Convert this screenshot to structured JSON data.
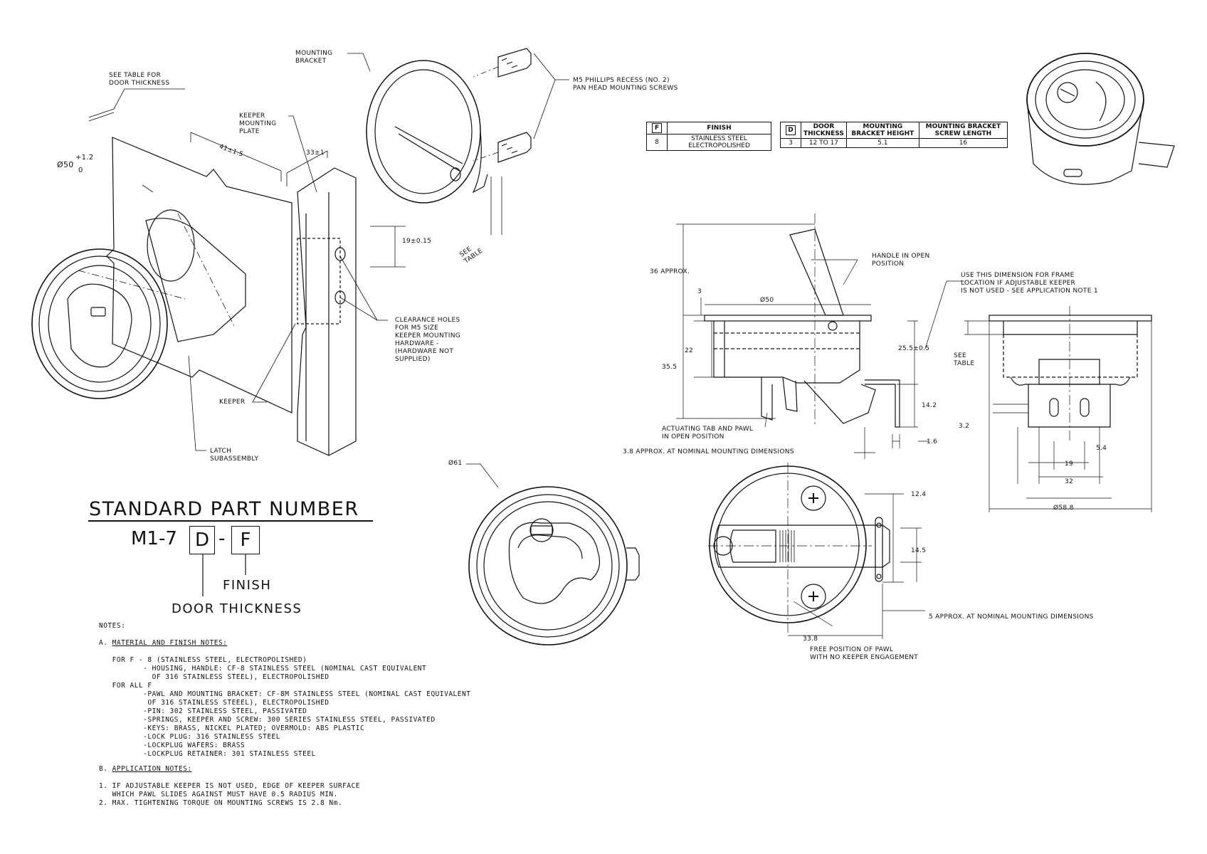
{
  "title": "STANDARD PART NUMBER",
  "part_number": {
    "prefix": "M1-7",
    "box1": "D",
    "dash": "-",
    "box2": "F",
    "finish_label": "FINISH",
    "door_label": "DOOR THICKNESS"
  },
  "finish_table": {
    "key": "F",
    "header": "FINISH",
    "rows": [
      {
        "code": "8",
        "finish_line1": "STAINLESS STEEL",
        "finish_line2": "ELECTROPOLISHED"
      }
    ]
  },
  "door_table": {
    "key": "D",
    "headers": [
      "DOOR THICKNESS",
      "MOUNTING BRACKET HEIGHT",
      "MOUNTING BRACKET SCREW LENGTH"
    ],
    "rows": [
      {
        "code": "3",
        "door": "12 TO 17",
        "height": "5.1",
        "screw": "16"
      }
    ]
  },
  "callouts": {
    "mounting_bracket": "MOUNTING\nBRACKET",
    "screws": "M5 PHILLIPS RECESS (NO. 2)\nPAN HEAD MOUNTING SCREWS",
    "see_table_door": "SEE TABLE FOR\nDOOR THICKNESS",
    "keeper_plate": "KEEPER\nMOUNTING\nPLATE",
    "dia50": "Ø50",
    "dia50_tol_plus": "+1.2",
    "dia50_tol_zero": "0",
    "dim41": "41±1.5",
    "dim33": "33±1",
    "dim19": "19±0.15",
    "see_table_rot": "SEE\nTABLE",
    "clearance": "CLEARANCE HOLES\nFOR M5 SIZE\nKEEPER MOUNTING\nHARDWARE -\n(HARDWARE NOT\nSUPPLIED)",
    "keeper": "KEEPER",
    "latch": "LATCH\nSUBASSEMBLY",
    "handle_open": "HANDLE IN OPEN\nPOSITION",
    "approx36": "36 APPROX.",
    "d3": "3",
    "d50b": "Ø50",
    "d22": "22",
    "d355": "35.5",
    "d255": "25.5±0.5",
    "d142": "14.2",
    "d16": "1.6",
    "actuating": "ACTUATING TAB AND PAWL\nIN OPEN POSITION",
    "approx38": "3.8 APPROX. AT NOMINAL MOUNTING DIMENSIONS",
    "use_dim": "USE THIS DIMENSION FOR FRAME\nLOCATION IF ADJUSTABLE KEEPER\nIS NOT USED - SEE APPLICATION NOTE 1",
    "see_table_r": "SEE\nTABLE",
    "d32a": "3.2",
    "d54": "5.4",
    "d19": "19",
    "d32": "32",
    "d588": "Ø58.8",
    "d61": "Ø61",
    "d124": "12.4",
    "d145": "14.5",
    "approx5": "5 APPROX. AT NOMINAL MOUNTING DIMENSIONS",
    "d338": "33.8",
    "free_pawl": "FREE POSITION OF PAWL\nWITH NO KEEPER ENGAGEMENT"
  },
  "notes": {
    "heading": "NOTES:",
    "a_prefix": "A. ",
    "a_title": "MATERIAL AND FINISH NOTES:",
    "a_lines": "   FOR F - 8 (STAINLESS STEEL, ELECTROPOLISHED)\n          - HOUSING, HANDLE: CF-8 STAINLESS STEEL (NOMINAL CAST EQUIVALENT\n            OF 316 STAINLESS STEEL), ELECTROPOLISHED\n   FOR ALL F\n          -PAWL AND MOUNTING BRACKET: CF-8M STAINLESS STEEL (NOMINAL CAST EQUIVALENT\n           OF 316 STAINLESS STEEEL), ELECTROPOLISHED\n          -PIN: 302 STAINLESS STEEL, PASSIVATED\n          -SPRINGS, KEEPER AND SCREW: 300 SERIES STAINLESS STEEL, PASSIVATED\n          -KEYS: BRASS, NICKEL PLATED; OVERMOLD: ABS PLASTIC\n          -LOCK PLUG: 316 STAINLESS STEEL\n          -LOCKPLUG WAFERS: BRASS\n          -LOCKPLUG RETAINER: 301 STAINLESS STEEL",
    "b_prefix": "B. ",
    "b_title": "APPLICATION NOTES:",
    "b_lines": "1. IF ADJUSTABLE KEEPER IS NOT USED, EDGE OF KEEPER SURFACE\n   WHICH PAWL SLIDES AGAINST MUST HAVE 0.5 RADIUS MIN.\n2. MAX. TIGHTENING TORQUE ON MOUNTING SCREWS IS 2.8 Nm."
  }
}
